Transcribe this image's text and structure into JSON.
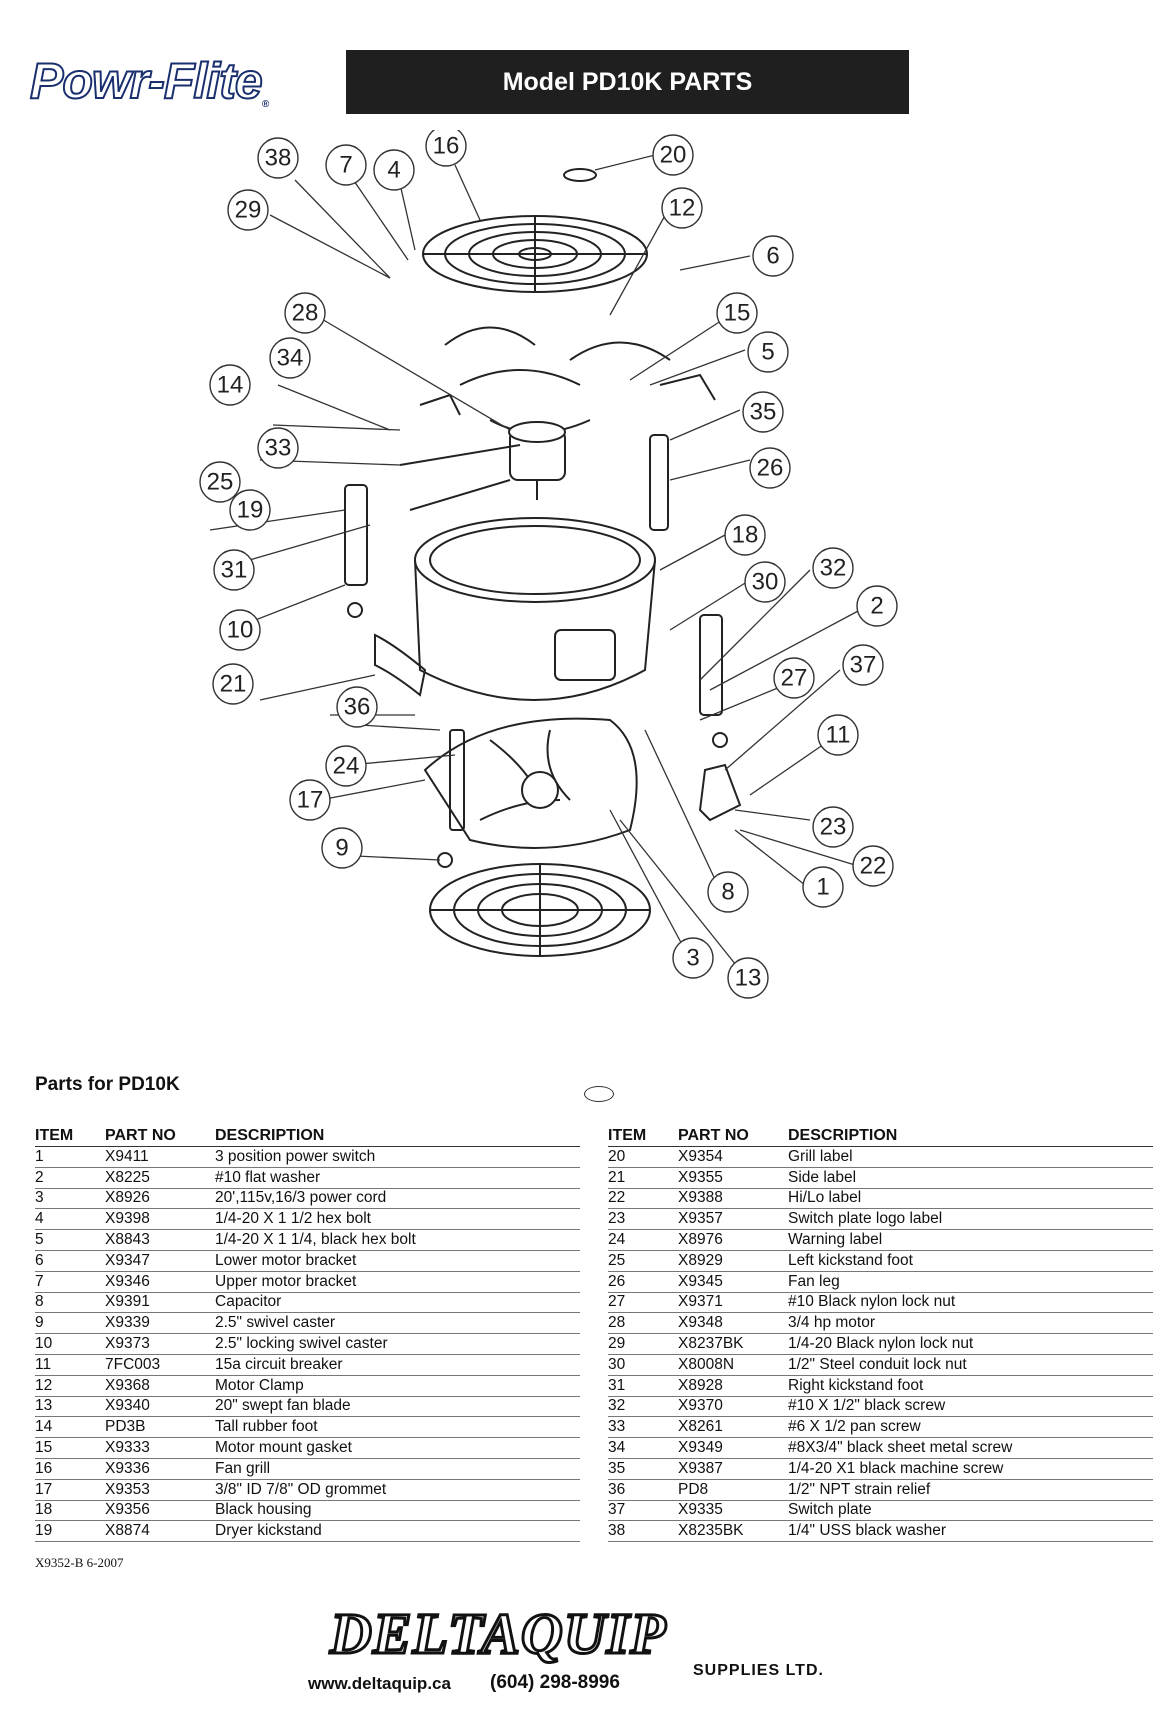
{
  "header": {
    "brand": "Powr-Flite",
    "title": "Model PD10K PARTS"
  },
  "diagram": {
    "callouts": [
      "1",
      "2",
      "3",
      "4",
      "5",
      "6",
      "7",
      "8",
      "9",
      "10",
      "11",
      "12",
      "13",
      "14",
      "15",
      "16",
      "17",
      "18",
      "19",
      "20",
      "21",
      "22",
      "23",
      "24",
      "25",
      "26",
      "27",
      "28",
      "29",
      "30",
      "31",
      "32",
      "33",
      "34",
      "35",
      "36",
      "37",
      "38"
    ]
  },
  "parts": {
    "heading": "Parts for PD10K",
    "columns": [
      "ITEM",
      "PART NO",
      "DESCRIPTION"
    ],
    "left": [
      [
        "1",
        "X9411",
        "3 position power switch"
      ],
      [
        "2",
        "X8225",
        "#10 flat washer"
      ],
      [
        "3",
        "X8926",
        "20',115v,16/3 power cord"
      ],
      [
        "4",
        "X9398",
        "1/4-20 X 1 1/2 hex bolt"
      ],
      [
        "5",
        "X8843",
        "1/4-20 X 1 1/4, black hex bolt"
      ],
      [
        "6",
        "X9347",
        "Lower motor bracket"
      ],
      [
        "7",
        "X9346",
        "Upper motor bracket"
      ],
      [
        "8",
        "X9391",
        "Capacitor"
      ],
      [
        "9",
        "X9339",
        "2.5\" swivel caster"
      ],
      [
        "10",
        "X9373",
        "2.5\" locking swivel caster"
      ],
      [
        "11",
        "7FC003",
        "15a circuit breaker"
      ],
      [
        "12",
        "X9368",
        "Motor Clamp"
      ],
      [
        "13",
        "X9340",
        "20\" swept fan blade"
      ],
      [
        "14",
        "PD3B",
        "Tall rubber foot"
      ],
      [
        "15",
        "X9333",
        "Motor mount gasket"
      ],
      [
        "16",
        "X9336",
        "Fan grill"
      ],
      [
        "17",
        "X9353",
        " 3/8\" ID 7/8\" OD grommet"
      ],
      [
        "18",
        "X9356",
        "Black housing"
      ],
      [
        "19",
        "X8874",
        "Dryer kickstand"
      ]
    ],
    "right": [
      [
        "20",
        "X9354",
        "Grill label"
      ],
      [
        "21",
        "X9355",
        "Side label"
      ],
      [
        "22",
        "X9388",
        "Hi/Lo label"
      ],
      [
        "23",
        "X9357",
        "Switch plate logo label"
      ],
      [
        "24",
        "X8976",
        "Warning label"
      ],
      [
        "25",
        "X8929",
        "Left kickstand foot"
      ],
      [
        "26",
        "X9345",
        "Fan leg"
      ],
      [
        "27",
        "X9371",
        " #10 Black nylon lock nut"
      ],
      [
        "28",
        "X9348",
        "3/4 hp motor"
      ],
      [
        "29",
        "X8237BK",
        "1/4-20 Black nylon lock nut"
      ],
      [
        "30",
        "X8008N",
        " 1/2\" Steel conduit lock nut"
      ],
      [
        "31",
        "X8928",
        "Right kickstand foot"
      ],
      [
        "32",
        "X9370",
        " #10 X 1/2\" black screw"
      ],
      [
        "33",
        "X8261",
        "#6 X 1/2 pan screw"
      ],
      [
        "34",
        "X9349",
        " #8X3/4\" black sheet metal screw"
      ],
      [
        "35",
        "X9387",
        "1/4-20 X1 black machine screw"
      ],
      [
        "36",
        "PD8",
        "1/2\" NPT strain relief"
      ],
      [
        "37",
        "X9335",
        "Switch plate"
      ],
      [
        "38",
        "X8235BK",
        "1/4\" USS black washer"
      ]
    ]
  },
  "footer": {
    "doc_ref": "X9352-B  6-2007",
    "company": "DELTAQUIP",
    "website": "www.deltaquip.ca",
    "phone": "(604) 298-8996",
    "supplies": "SUPPLIES LTD."
  }
}
